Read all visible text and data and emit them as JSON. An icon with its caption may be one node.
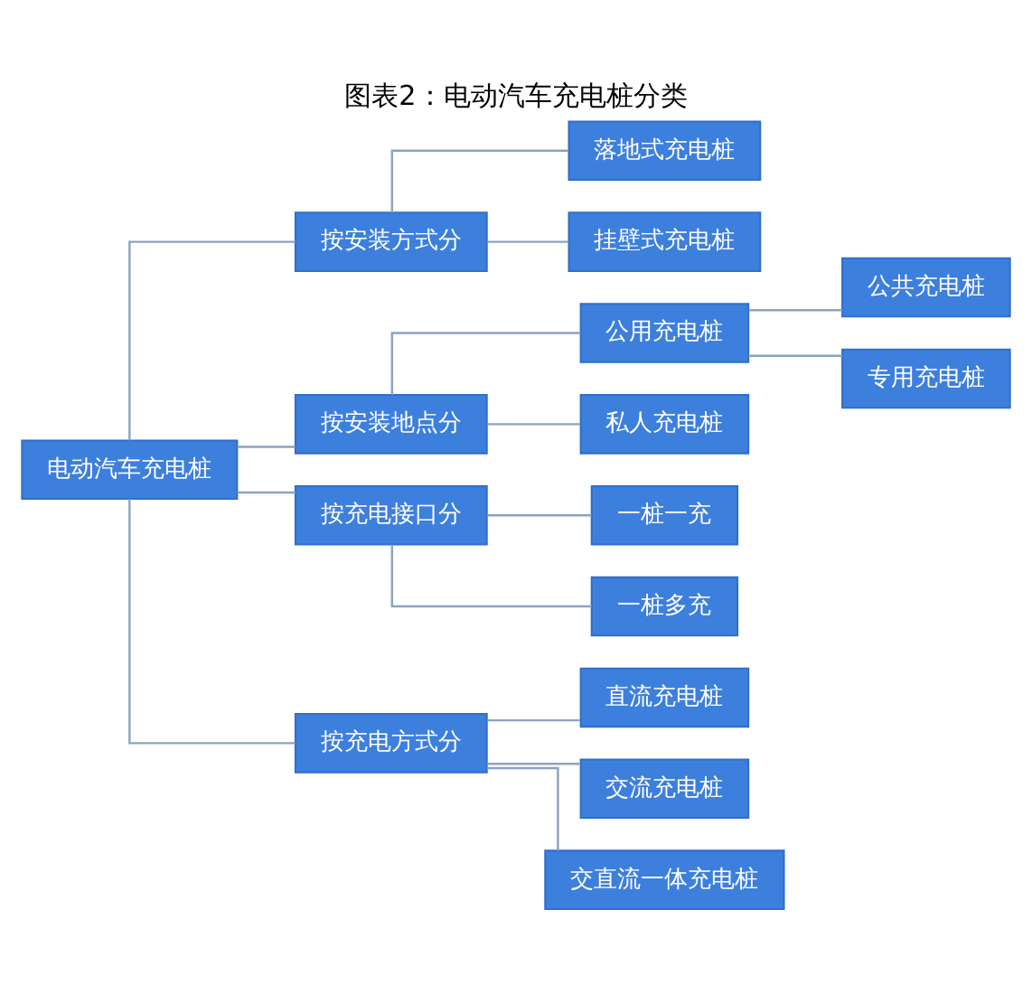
{
  "diagram": {
    "title": "图表2：电动汽车充电桩分类",
    "nodes": [
      {
        "text": [
          "电动汽车充电桩"
        ]
      },
      {
        "text": [
          "按安装方式分"
        ]
      },
      {
        "text": [
          "落地式充电桩"
        ]
      },
      {
        "text": [
          "挂壁式充电桩"
        ]
      },
      {
        "text": [
          "按安装地点分"
        ]
      },
      {
        "text": [
          "公用充电桩"
        ]
      },
      {
        "text": [
          "公共充电桩"
        ]
      },
      {
        "text": [
          "专用充电桩"
        ]
      },
      {
        "text": [
          "私人充电桩"
        ]
      },
      {
        "text": [
          "按充电接口分"
        ]
      },
      {
        "text": [
          "一桩一充"
        ]
      },
      {
        "text": [
          "一桩多充"
        ]
      },
      {
        "text": [
          "按充电方式分"
        ]
      },
      {
        "text": [
          "直流充电桩"
        ]
      },
      {
        "text": [
          "交流充电桩"
        ]
      },
      {
        "text": [
          "交直流一体充电桩"
        ]
      }
    ],
    "edges": [
      {
        "from": 0,
        "to": 1,
        "arrow": "none"
      },
      {
        "from": 1,
        "to": 2,
        "arrow": "none"
      },
      {
        "from": 1,
        "to": 3,
        "arrow": "none"
      },
      {
        "from": 0,
        "to": 4,
        "arrow": "none"
      },
      {
        "from": 4,
        "to": 5,
        "arrow": "none"
      },
      {
        "from": 5,
        "to": 6,
        "arrow": "none"
      },
      {
        "from": 5,
        "to": 7,
        "arrow": "none"
      },
      {
        "from": 4,
        "to": 8,
        "arrow": "none"
      },
      {
        "from": 0,
        "to": 9,
        "arrow": "none"
      },
      {
        "from": 9,
        "to": 10,
        "arrow": "none"
      },
      {
        "from": 9,
        "to": 11,
        "arrow": "none"
      },
      {
        "from": 0,
        "to": 12,
        "arrow": "none"
      },
      {
        "from": 12,
        "to": 13,
        "arrow": "none"
      },
      {
        "from": 12,
        "to": 14,
        "arrow": "none"
      },
      {
        "from": 12,
        "to": 15,
        "arrow": "none"
      }
    ]
  }
}
